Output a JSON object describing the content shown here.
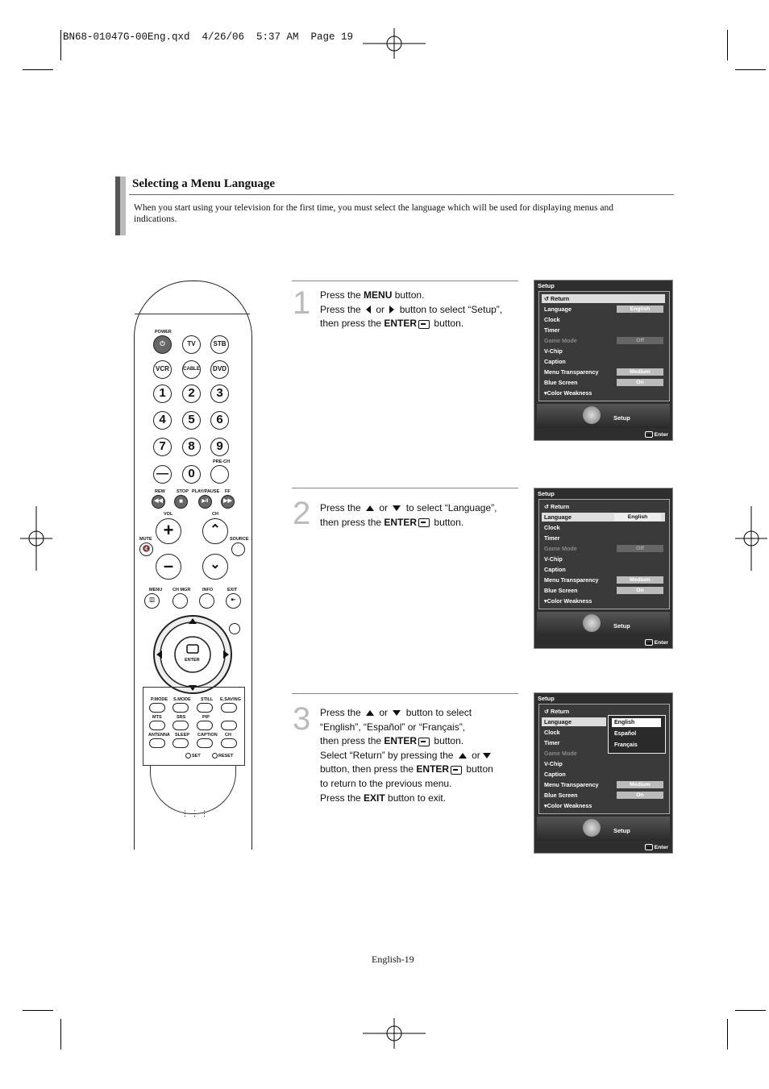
{
  "slug_line": "BN68-01047G-00Eng.qxd  4/26/06  5:37 AM  Page 19",
  "section": {
    "title": "Selecting a Menu Language",
    "intro": "When you start using your television for the first time, you must select the language which will be used for displaying menus and indications."
  },
  "steps": [
    {
      "number": "1",
      "lines": {
        "l1a": "Press the ",
        "l1b": "MENU",
        "l1c": " button.",
        "l2a": "Press the ",
        "l2b": " or ",
        "l2c": " button to select “Setup”,",
        "l3a": "then press the ",
        "l3b": "ENTER",
        "l3c": " button."
      }
    },
    {
      "number": "2",
      "lines": {
        "l1a": "Press the ",
        "l1b": " or ",
        "l1c": " to select “Language”,",
        "l2a": "then press the ",
        "l2b": "ENTER",
        "l2c": " button."
      }
    },
    {
      "number": "3",
      "lines": {
        "l1a": "Press the ",
        "l1b": " or ",
        "l1c": " button to select",
        "l2": "“English”, “Español” or “Français”,",
        "l3a": "then press the ",
        "l3b": "ENTER",
        "l3c": " button.",
        "l4a": "Select “Return” by pressing the ",
        "l4b": " or",
        "l5a": "button, then press the ",
        "l5b": "ENTER",
        "l5c": " button",
        "l6": "to return to the previous menu.",
        "l7a": "Press the ",
        "l7b": "EXIT",
        "l7c": " button to exit."
      }
    }
  ],
  "osd": {
    "header": "Setup",
    "items": [
      "Return",
      "Language",
      "Clock",
      "Timer",
      "Game Mode",
      "V-Chip",
      "Caption",
      "Menu Transparency",
      "Blue Screen",
      "Color Weakness"
    ],
    "values": {
      "language": "English",
      "game_mode": "Off",
      "transparency": "Medium",
      "blue_screen": "On"
    },
    "footer_label": "Setup",
    "enter_label": "Enter",
    "language_options": [
      "English",
      "Español",
      "Français"
    ]
  },
  "remote": {
    "power": "POWER",
    "top_buttons": [
      "TV",
      "STB",
      "VCR",
      "CABLE",
      "DVD"
    ],
    "digits": [
      "1",
      "2",
      "3",
      "4",
      "5",
      "6",
      "7",
      "8",
      "9",
      "—",
      "0"
    ],
    "prech": "PRE-CH",
    "transport": [
      "REW",
      "STOP",
      "PLAY/PAUSE",
      "FF"
    ],
    "vol": "VOL",
    "ch": "CH",
    "mute": "MUTE",
    "source": "SOURCE",
    "menu_row": [
      "MENU",
      "CH MGR",
      "INFO",
      "EXIT"
    ],
    "enter": "ENTER",
    "bottom_labels": [
      "P.MODE",
      "S.MODE",
      "STILL",
      "E.SAVING",
      "MTS",
      "SRS",
      "PIP",
      "ANTENNA",
      "SLEEP",
      "CAPTION",
      "CH"
    ],
    "set": "SET",
    "reset": "RESET"
  },
  "page_number": "English-19"
}
